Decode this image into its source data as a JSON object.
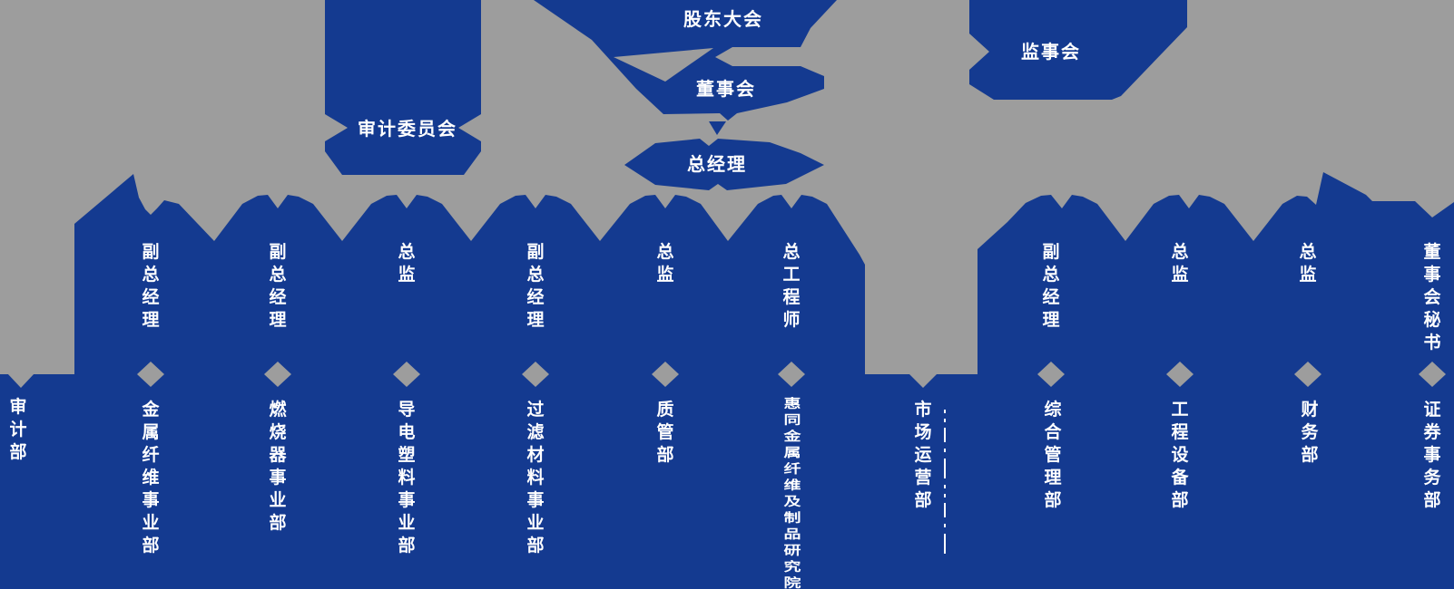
{
  "colors": {
    "background": "#9D9D9D",
    "primary_blue": "#143A90",
    "text_on_blue": "#FFFFFF"
  },
  "governance": {
    "shareholders_meeting": "股东大会",
    "board_of_directors": "董事会",
    "general_manager": "总经理",
    "audit_committee": "审计委员会",
    "supervisory_board": "监事会"
  },
  "positions": [
    "副总经理",
    "副总经理",
    "总监",
    "副总经理",
    "总监",
    "总工程师",
    "副总经理",
    "总监",
    "总监",
    "董事会秘书"
  ],
  "departments": [
    "审计部",
    "金属纤维事业部",
    "燃烧器事业部",
    "导电塑料事业部",
    "过滤材料事业部",
    "质管部",
    "惠同金属纤维及制品研究院",
    "市场运营部",
    "综合管理部",
    "工程设备部",
    "财务部",
    "证券事务部"
  ],
  "icons": {
    "diamond_connector": "diamond",
    "down_arrow_connector": "triangle-down",
    "dashed_line": "vertical-dashed"
  }
}
